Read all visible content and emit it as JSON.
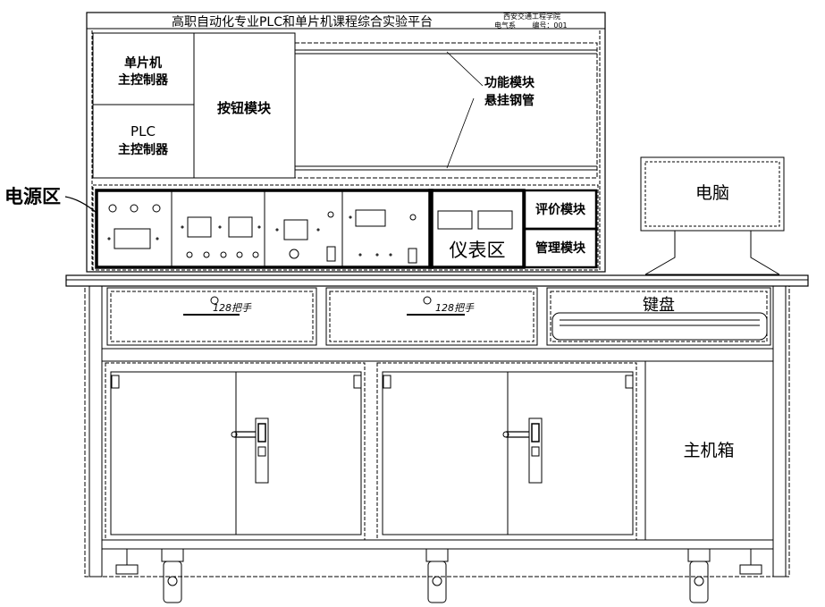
{
  "header": {
    "title": "高职自动化专业PLC和单片机课程综合实验平台",
    "institution": "西安交通工程学院",
    "department": "电气系",
    "number": "编号：001"
  },
  "upper_cabinet": {
    "mcu_controller": [
      "单片机",
      "主控制器"
    ],
    "plc_controller": [
      "PLC",
      "主控制器"
    ],
    "button_module": "按钮模块",
    "function_module": [
      "功能模块",
      "悬挂钢管"
    ]
  },
  "panel_row": {
    "power_zone": "电源区",
    "meter_zone": "仪表区",
    "evaluation_module": "评价模块",
    "management_module": "管理模块"
  },
  "desk": {
    "drawer_handle_label": "128把手",
    "keyboard": "键盘",
    "computer": "电脑",
    "host_case": "主机箱"
  }
}
